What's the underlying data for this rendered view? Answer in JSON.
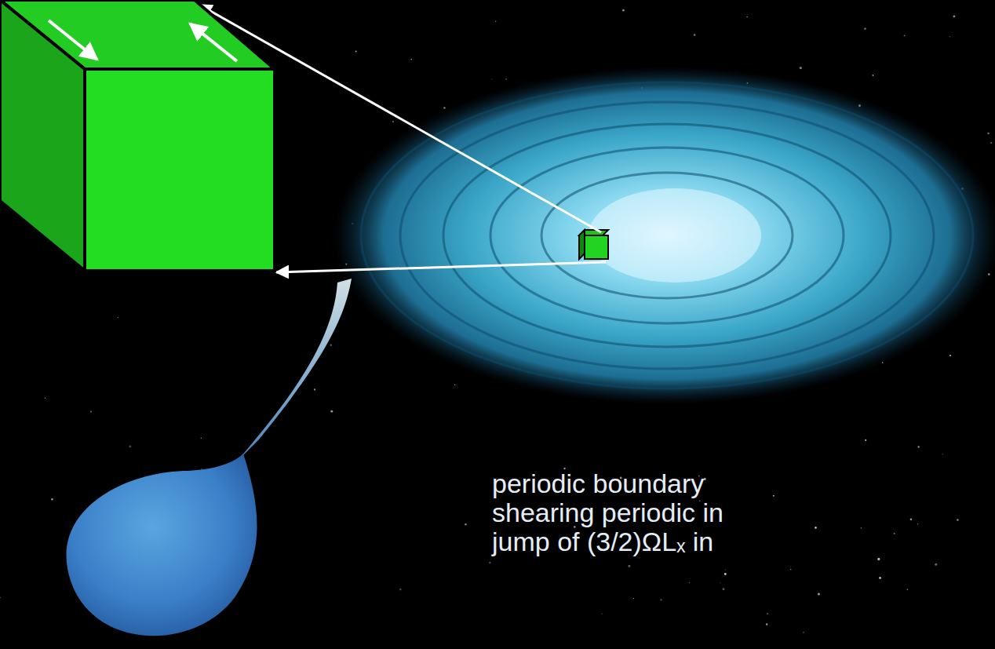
{
  "diagram": {
    "labels": [
      "periodic boundary",
      "shearing periodic in",
      "jump of (3/2)ΩLₓ in"
    ]
  }
}
